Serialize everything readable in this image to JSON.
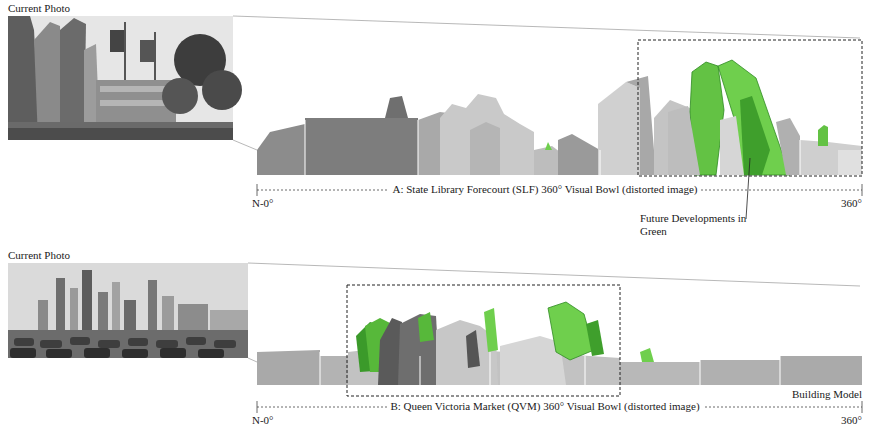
{
  "diagram": {
    "labels": [
      "Current Photo",
      "A: State Library Forecourt (SLF) 360° Visual Bowl (distorted image)",
      "N-0°",
      "360°",
      "Future Developments in Green",
      "Current Photo",
      "B: Queen Victoria Market (QVM) 360° Visual Bowl (distorted image)",
      "Building Model",
      "N-0°",
      "360°"
    ]
  }
}
